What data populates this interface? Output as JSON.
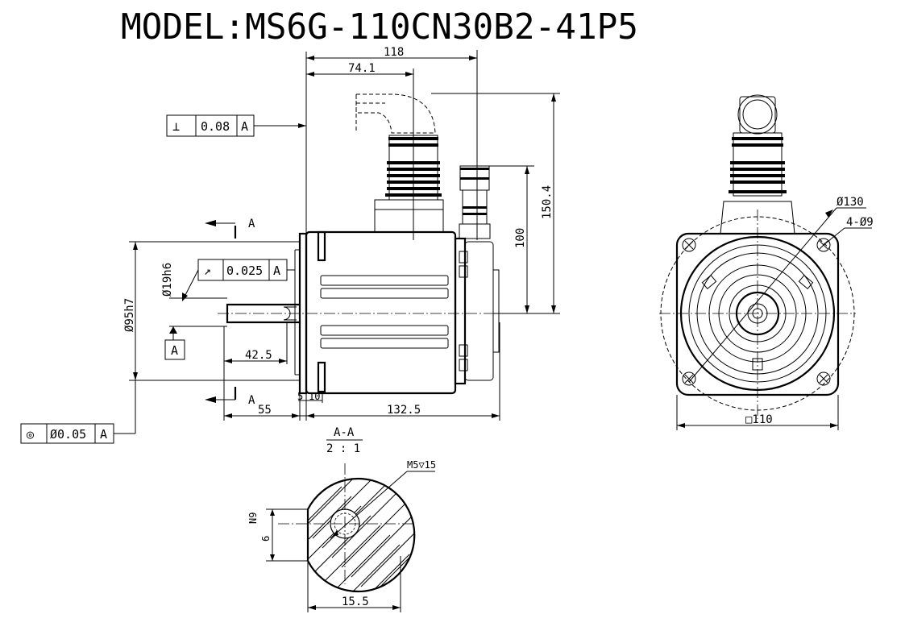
{
  "title": "MODEL:MS6G-110CN30B2-41P5",
  "dimensions": {
    "overall_length": "118",
    "connector_offset": "74.1",
    "total_height": "150.4",
    "encoder_height": "100",
    "shaft_length_key": "42.5",
    "shaft_length": "55",
    "flange_thickness": "5",
    "flange_step": "10",
    "body_length": "132.5",
    "pilot_diameter": "Ø95h7",
    "shaft_diameter": "Ø19h6",
    "bolt_circle": "Ø130",
    "holes": "4-Ø9",
    "flange_square": "□110",
    "tapped_hole": "M5▽15",
    "key_width": "6",
    "key_tol": "N9",
    "shaft_key_depth": "15.5"
  },
  "tolerances": {
    "perpendicularity": {
      "symbol": "⊥",
      "value": "0.08",
      "datum": "A"
    },
    "runout": {
      "symbol": "↗",
      "value": "0.025",
      "datum": "A"
    },
    "concentricity": {
      "symbol": "◎",
      "value": "Ø0.05",
      "datum": "A"
    }
  },
  "datum_label": "A",
  "section": {
    "name": "A-A",
    "scale": "2 : 1",
    "arrow_label_top": "A",
    "arrow_label_bottom": "A"
  }
}
